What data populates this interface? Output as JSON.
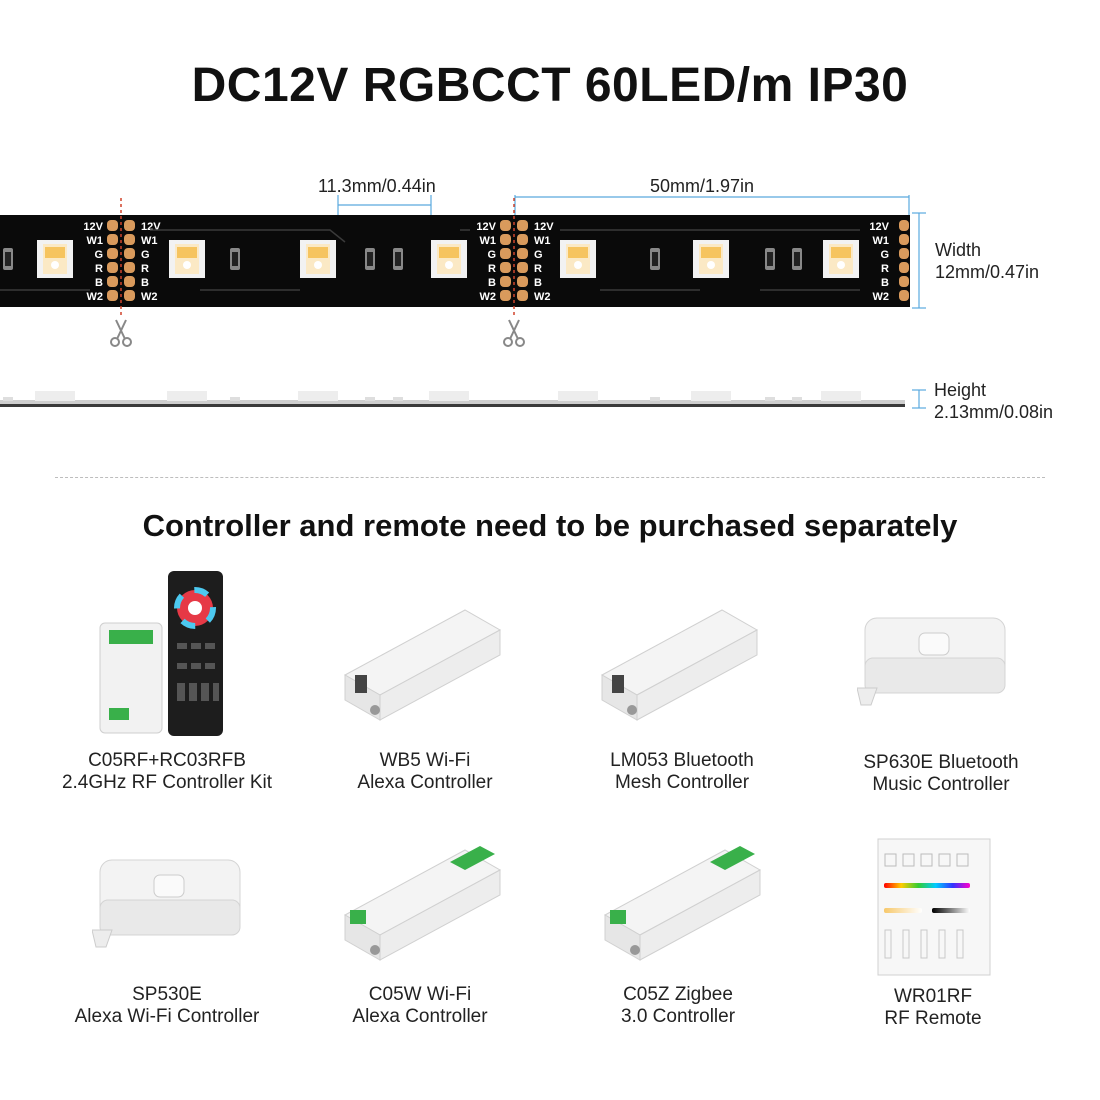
{
  "title": "DC12V RGBCCT 60LED/m IP30",
  "dimensions": {
    "spacing": "11.3mm/0.44in",
    "cut_length": "50mm/1.97in",
    "width_label": "Width",
    "width_value": "12mm/0.47in",
    "height_label": "Height",
    "height_value": "2.13mm/0.08in"
  },
  "pad_labels": [
    "12V",
    "W1",
    "G",
    "R",
    "B",
    "W2"
  ],
  "subtitle": "Controller and remote need to be purchased separately",
  "products": [
    {
      "line1": "C05RF+RC03RFB",
      "line2": "2.4GHz RF Controller Kit",
      "icon": "rf-controller-kit-icon"
    },
    {
      "line1": "WB5 Wi-Fi",
      "line2": "Alexa Controller",
      "icon": "wifi-controller-icon"
    },
    {
      "line1": "LM053 Bluetooth",
      "line2": "Mesh Controller",
      "icon": "bluetooth-controller-icon"
    },
    {
      "line1": "SP630E Bluetooth",
      "line2": "Music Controller",
      "icon": "music-controller-icon"
    },
    {
      "line1": "SP530E",
      "line2": "Alexa Wi-Fi Controller",
      "icon": "alexa-controller-icon"
    },
    {
      "line1": "C05W Wi-Fi",
      "line2": "Alexa Controller",
      "icon": "wifi-controller-icon"
    },
    {
      "line1": "C05Z Zigbee",
      "line2": "3.0 Controller",
      "icon": "zigbee-controller-icon"
    },
    {
      "line1": "WR01RF",
      "line2": "RF Remote",
      "icon": "wall-remote-icon"
    }
  ],
  "colors": {
    "strip": "#0a0a0a",
    "pad": "#d99a5c",
    "dimension_line": "#5aa9de",
    "cut_marker": "#d0442c"
  }
}
